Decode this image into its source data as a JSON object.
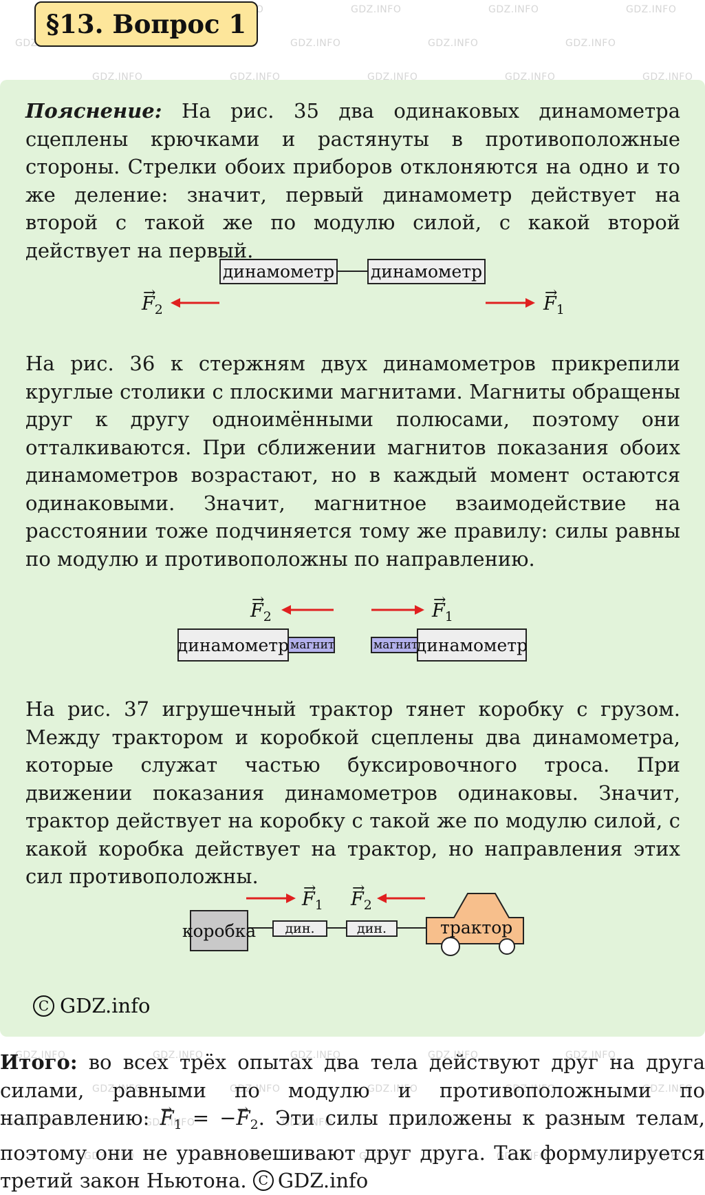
{
  "title": "§13. Вопрос 1",
  "watermark": "GDZ.INFO",
  "explanation": {
    "lead": "Пояснение:",
    "p1": "На рис. 35 два одинаковых динамометра сцеплены крючками и растянуты в противоположные стороны. Стрелки обоих приборов отклоняются на одно и то же деление: значит, первый динамометр действует на второй с такой же по модулю силой, с какой второй действует на первый.",
    "p2": "На рис. 36 к стержням двух динамометров прикрепили круглые столики с плоскими магнитами. Магниты обращены друг к другу одноимёнными полюсами, поэтому они отталкиваются. При сближении магнитов показания обоих динамометров возрастают, но в каждый момент остаются одинаковыми. Значит, магнитное взаимодействие на расстоянии тоже подчиняется тому же правилу: силы равны по модулю и противоположны по направлению.",
    "p3": "На рис. 37 игрушечный трактор тянет коробку с грузом. Между трактором и коробкой сцеплены два динамометра, которые служат частью буксировочного троса. При движении показания динамометров одинаковы. Значит, трактор действует на коробку с такой же по модулю силой, с какой коробка действует на трактор, но направления этих сил противоположны."
  },
  "fig1": {
    "left_box": "динамометр",
    "right_box": "динамометр",
    "force_left": "F",
    "force_left_sub": "2",
    "force_right": "F",
    "force_right_sub": "1"
  },
  "fig2": {
    "left_box": "динамометр",
    "left_magnet": "магнит",
    "right_magnet": "магнит",
    "right_box": "динамометр",
    "force_left": "F",
    "force_left_sub": "2",
    "force_right": "F",
    "force_right_sub": "1"
  },
  "fig3": {
    "box": "коробка",
    "din1": "дин.",
    "din2": "дин.",
    "tractor": "трактор",
    "force_1": "F",
    "force_1_sub": "1",
    "force_2": "F",
    "force_2_sub": "2"
  },
  "copyright_symbol": "C",
  "copyright_text": "GDZ.info",
  "summary": {
    "lead": "Итого:",
    "text_a": " во всех трёх опытах два тела действуют друг на друга силами, равными по модулю и противоположными по направлению: ",
    "eq_f": "F",
    "eq_sub1": "1",
    "eq_mid": " = −",
    "eq_sub2": "2",
    "text_b": ". Эти силы приложены к разным телам, поэтому они не уравновешивают друг друга. Так формулируется третий закон Ньютона. ",
    "copyright_symbol": "C",
    "copyright_text": "GDZ.info"
  },
  "colors": {
    "panel": "#e2f3da",
    "title_bg": "#fde69b",
    "arrow": "#e02020",
    "magnet": "#b3b1ec",
    "tractor": "#f7bf8c"
  }
}
